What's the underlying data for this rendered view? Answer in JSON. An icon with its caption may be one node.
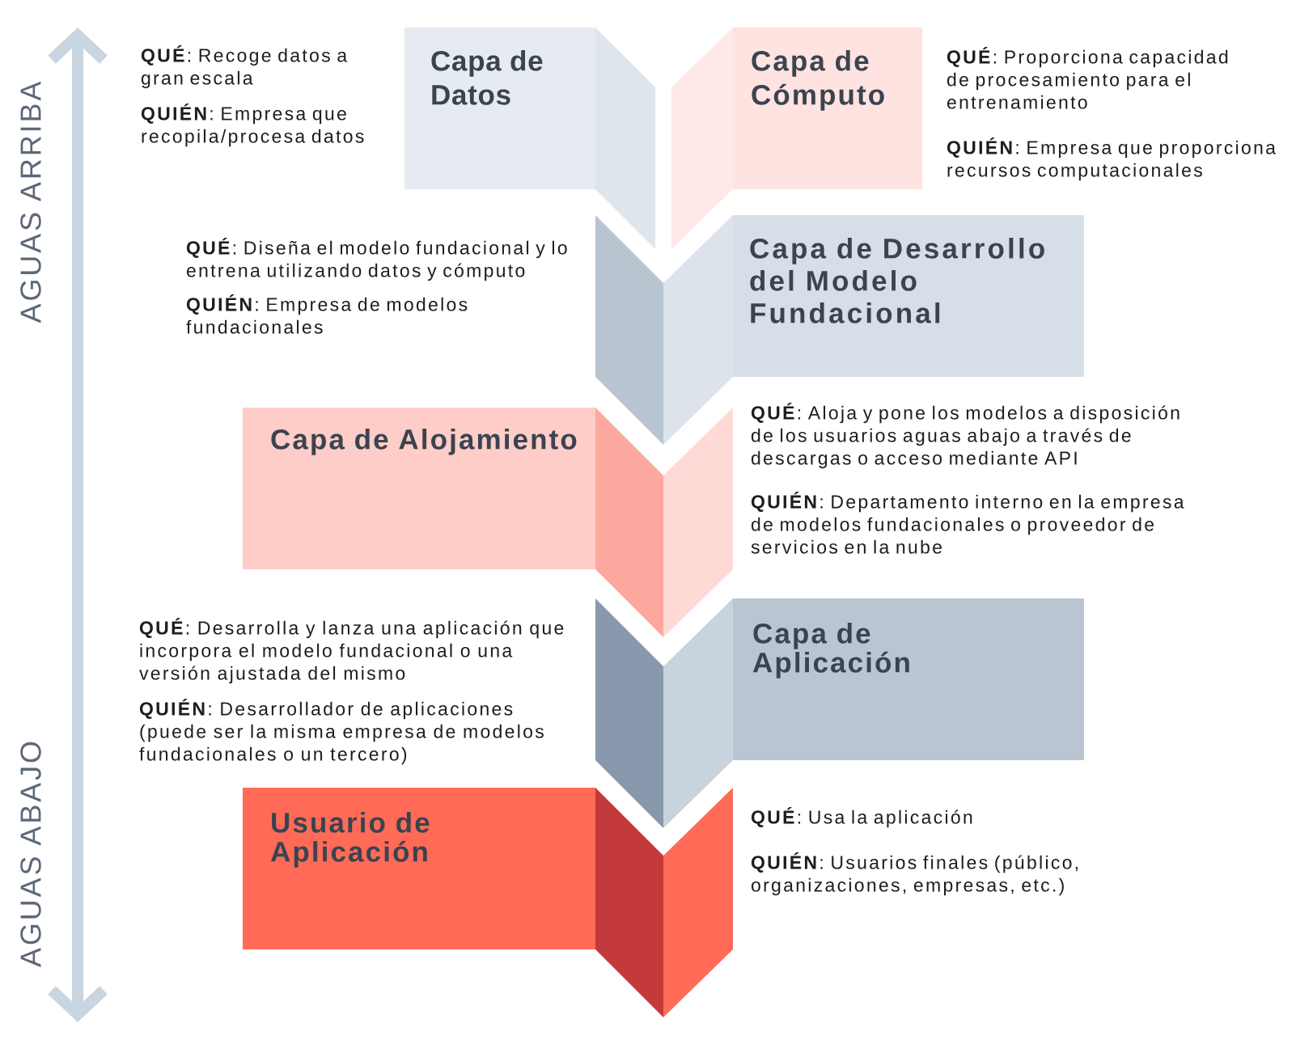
{
  "diagram": {
    "nodes": [
      {
        "text": [
          "Capa de Datos"
        ],
        "beside": [
          "**QUÉ**: Recoge datos a gran escala",
          "**QUIÉN**: Empresa que recopila/procesa datos"
        ]
      },
      {
        "text": [
          "Capa de Cómputo"
        ],
        "beside": [
          "**QUÉ**: Proporciona capacidad de procesamiento para el entrenamiento",
          "**QUIÉN**: Empresa que proporciona recursos computacionales"
        ]
      },
      {
        "text": [
          "Capa de Desarrollo del Modelo Fundacional"
        ],
        "beside": [
          "**QUÉ**: Diseña el modelo fundacional y lo entrena utilizando datos y cómputo",
          "**QUIÉN**: Empresa de modelos fundacionales"
        ]
      },
      {
        "text": [
          "Capa de Alojamiento"
        ],
        "beside": [
          "**QUÉ**: Aloja y pone los modelos a disposición de los usuarios aguas abajo a través de descargas o acceso mediante API",
          "**QUIÉN**: Departamento interno en la empresa de modelos fundacionales o proveedor de servicios en la nube"
        ]
      },
      {
        "text": [
          "Capa de Aplicación"
        ],
        "beside": [
          "**QUÉ**: Desarrolla y lanza una aplicación que incorpora el modelo fundacional o una versión ajustada del mismo",
          "**QUIÉN**: Desarrollador de aplicaciones (puede ser la misma empresa de modelos fundacionales o un tercero)"
        ]
      },
      {
        "text": [
          "Usuario de Aplicación"
        ],
        "beside": [
          "**QUÉ**: Usa la aplicación",
          "**QUIÉN**: Usuarios finales (público, organizaciones, empresas, etc.)"
        ]
      }
    ],
    "labels": [
      "AGUAS ARRIBA",
      "AGUAS ABAJO"
    ]
  }
}
